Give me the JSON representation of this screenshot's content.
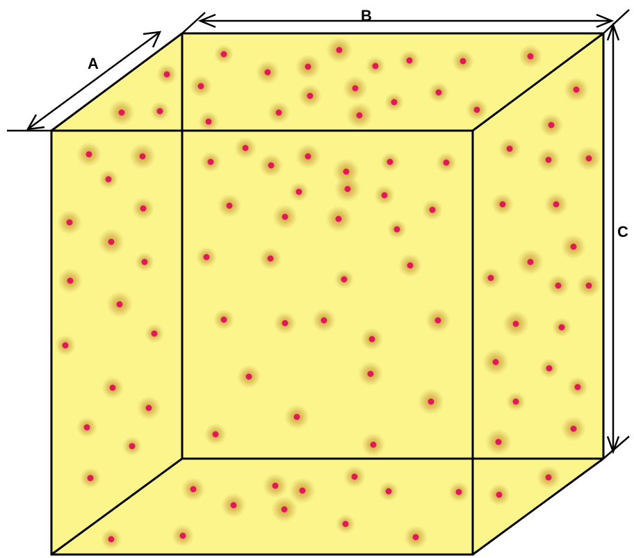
{
  "colors": {
    "face_fill": "#fbf58c",
    "edge": "#000000",
    "particle_core": "#e01a5a",
    "particle_halo": "#c9a640"
  },
  "dimension_labels": {
    "a": "A",
    "b": "B",
    "c": "C"
  }
}
